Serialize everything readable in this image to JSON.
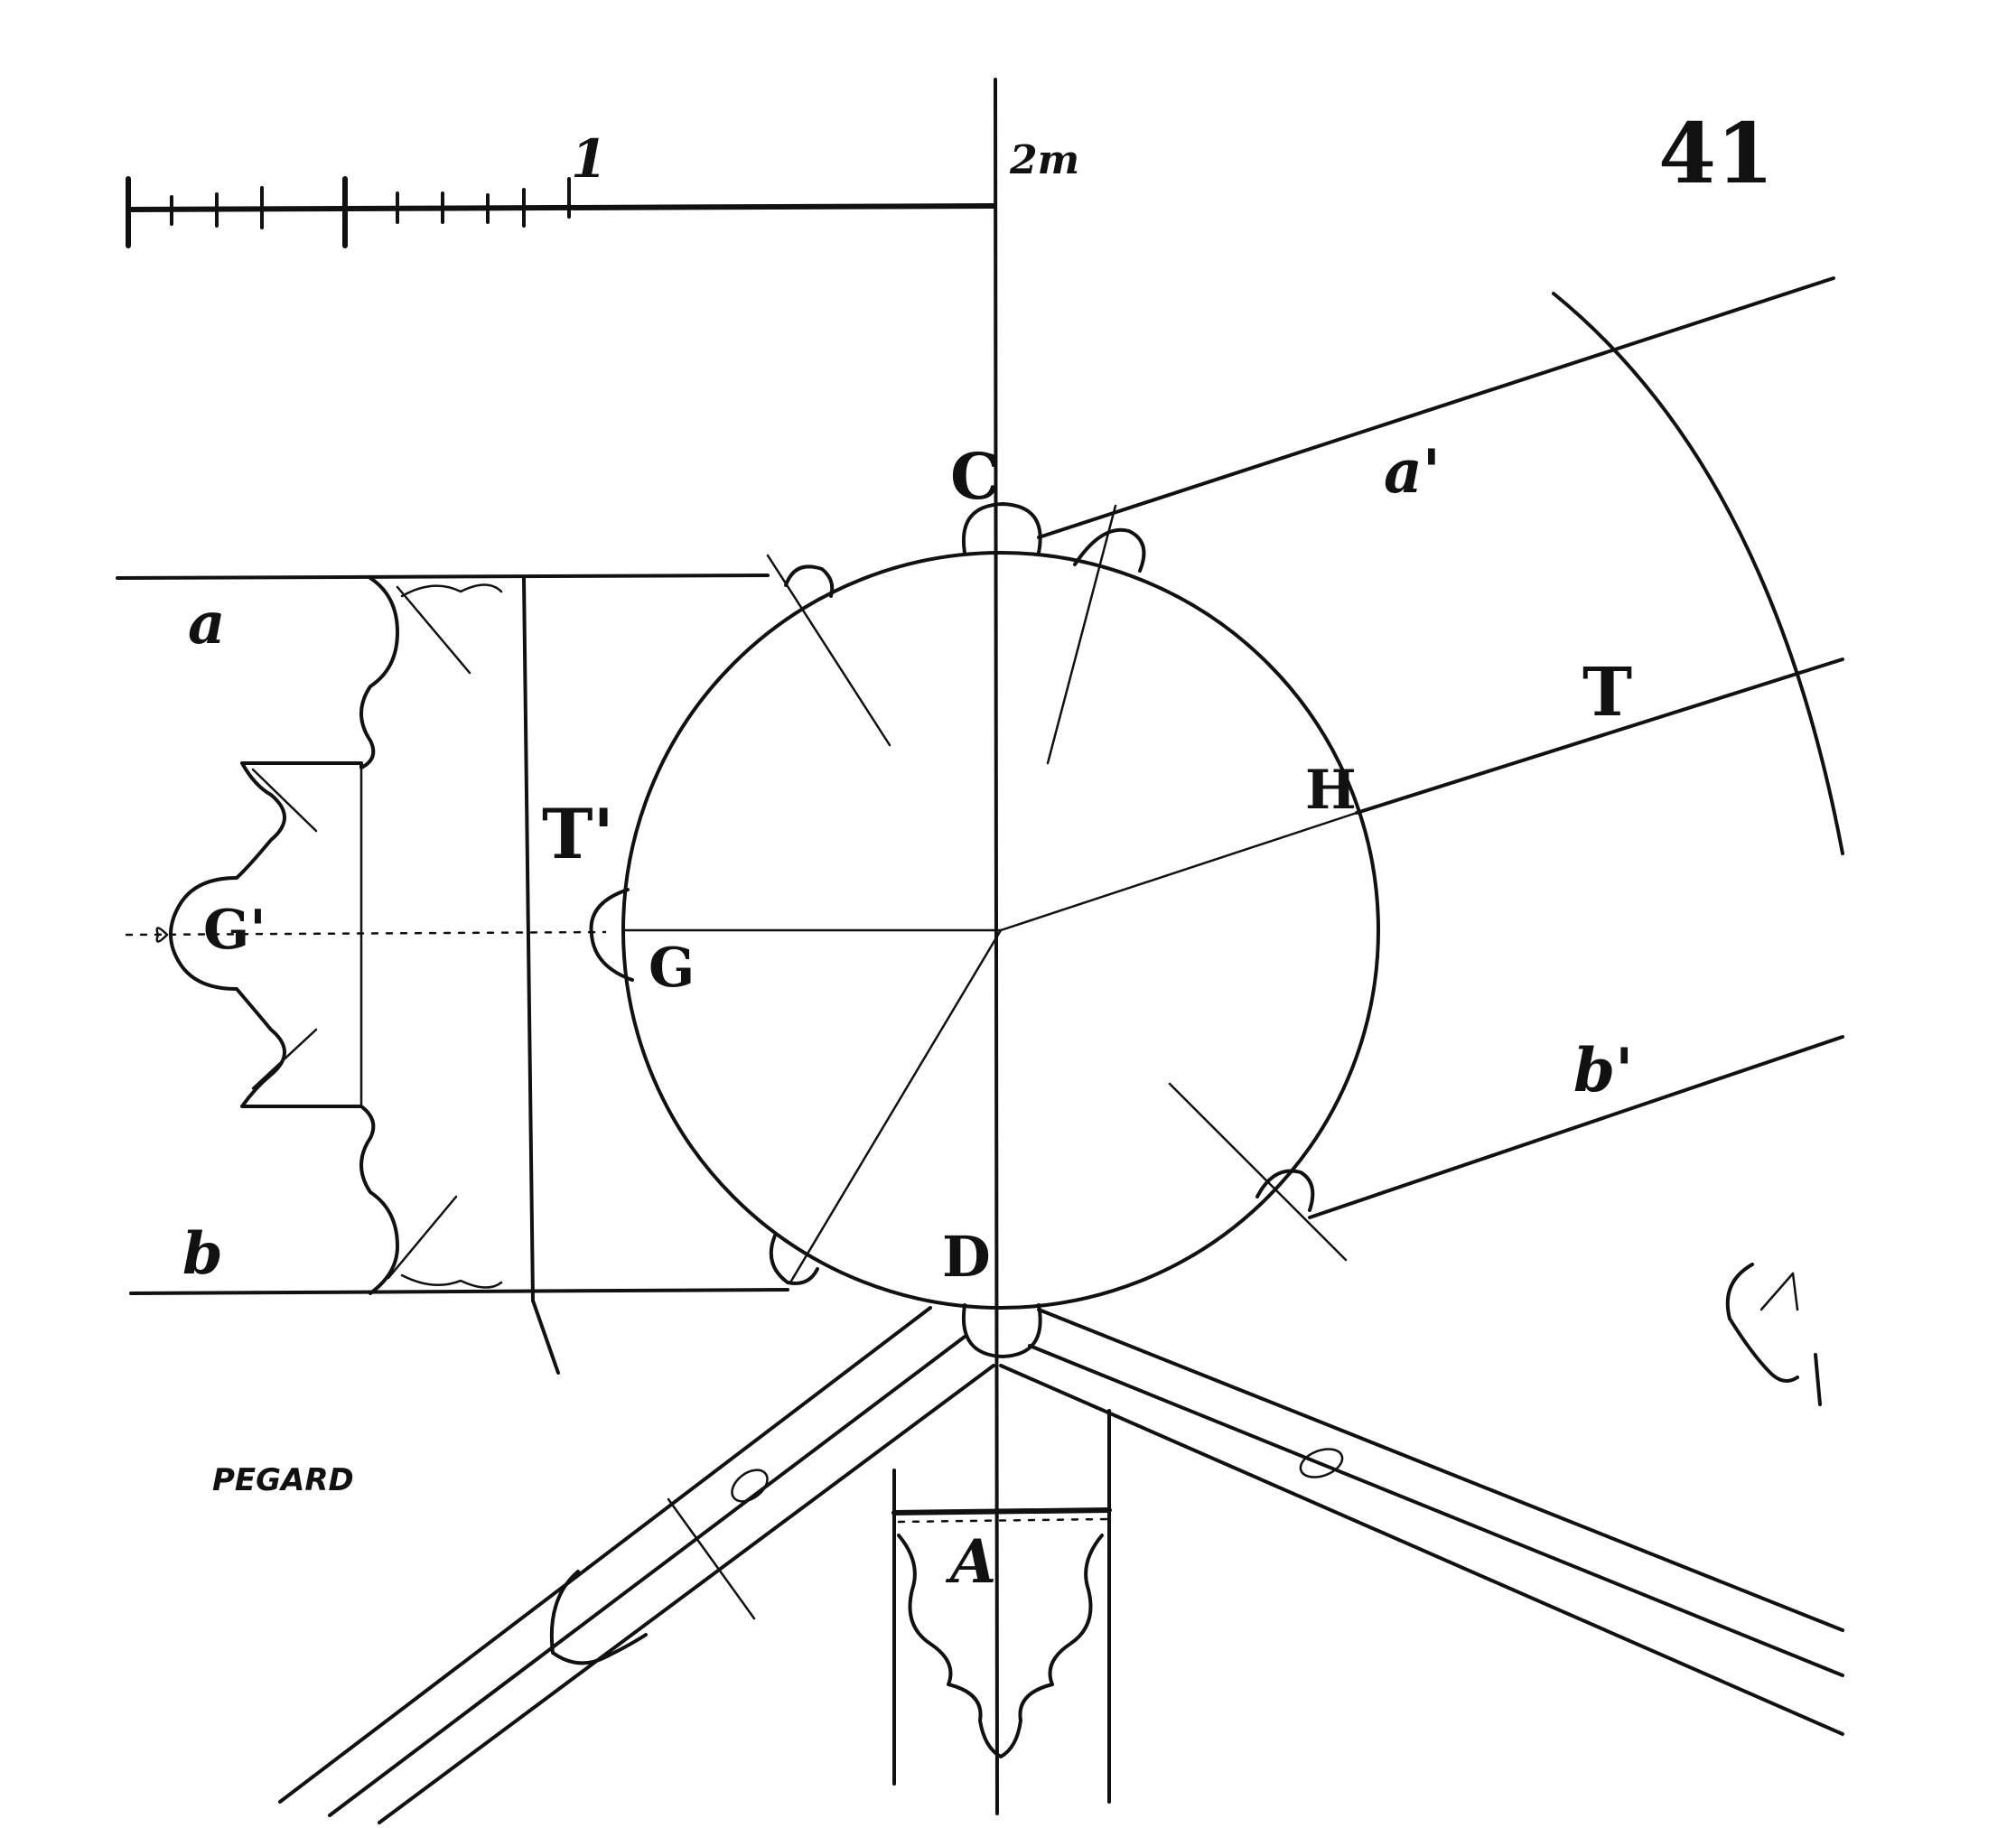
{
  "scale": {
    "mark": "1",
    "unit": "2m"
  },
  "figure_number": "41",
  "labels": {
    "C": "C",
    "D": "D",
    "G": "G",
    "G_prime": "G'",
    "H": "H",
    "T": "T",
    "T_prime": "T'",
    "A": "A",
    "a_left": "a",
    "b_left": "b",
    "a_prime": "a'",
    "b_prime": "b'"
  },
  "signature": "PEGARD",
  "colors": {
    "ink": "#111111",
    "paper": "#ffffff"
  }
}
